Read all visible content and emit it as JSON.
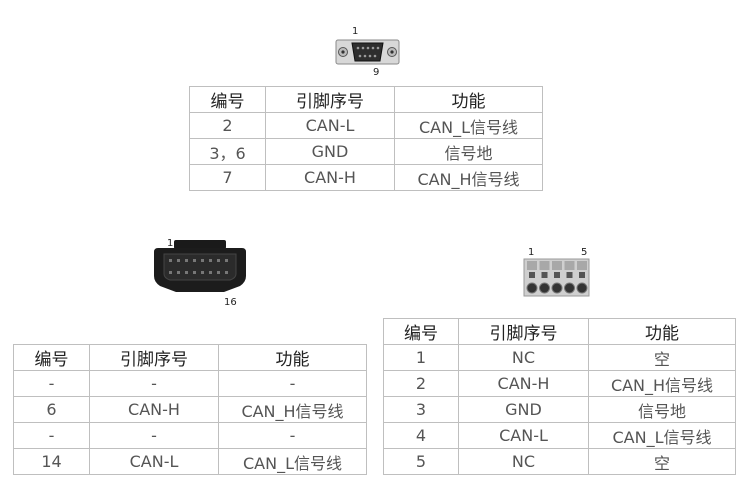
{
  "db9": {
    "pin_start": "1",
    "pin_end": "9",
    "headers": [
      "编号",
      "引脚序号",
      "功能"
    ],
    "rows": [
      [
        "2",
        "CAN-L",
        "CAN_L信号线"
      ],
      [
        "3，6",
        "GND",
        "信号地"
      ],
      [
        "7",
        "CAN-H",
        "CAN_H信号线"
      ]
    ]
  },
  "obd": {
    "pin_start": "1",
    "pin_end": "16",
    "headers": [
      "编号",
      "引脚序号",
      "功能"
    ],
    "rows": [
      [
        "-",
        "-",
        "-"
      ],
      [
        "6",
        "CAN-H",
        "CAN_H信号线"
      ],
      [
        "-",
        "-",
        "-"
      ],
      [
        "14",
        "CAN-L",
        "CAN_L信号线"
      ]
    ]
  },
  "terminal5": {
    "pin_start": "1",
    "pin_end": "5",
    "headers": [
      "编号",
      "引脚序号",
      "功能"
    ],
    "rows": [
      [
        "1",
        "NC",
        "空"
      ],
      [
        "2",
        "CAN-H",
        "CAN_H信号线"
      ],
      [
        "3",
        "GND",
        "信号地"
      ],
      [
        "4",
        "CAN-L",
        "CAN_L信号线"
      ],
      [
        "5",
        "NC",
        "空"
      ]
    ]
  }
}
